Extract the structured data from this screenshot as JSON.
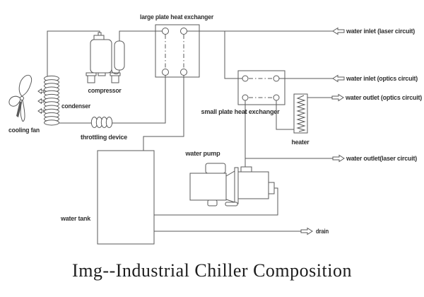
{
  "theme": {
    "bg": "#ffffff",
    "line": "#5a5a5a",
    "text": "#2f2f2f",
    "caption": "#1d1d1d"
  },
  "caption": "Img--Industrial Chiller Composition",
  "components": {
    "cooling_fan": "cooling fan",
    "condenser": "condenser",
    "compressor": "compressor",
    "throttling_device": "throttling device",
    "large_plate_heat_exchanger": "large plate heat exchanger",
    "small_plate_heat_exchanger": "small plate heat exchanger",
    "heater": "heater",
    "water_pump": "water pump",
    "water_tank": "water tank"
  },
  "ports": {
    "water_inlet_laser": "water inlet (laser circuit)",
    "water_inlet_optics": "water inlet (optics circuit)",
    "water_outlet_optics": "water outlet (optics circuit)",
    "water_outlet_laser": "water outlet(laser circuit)",
    "drain": "drain"
  }
}
